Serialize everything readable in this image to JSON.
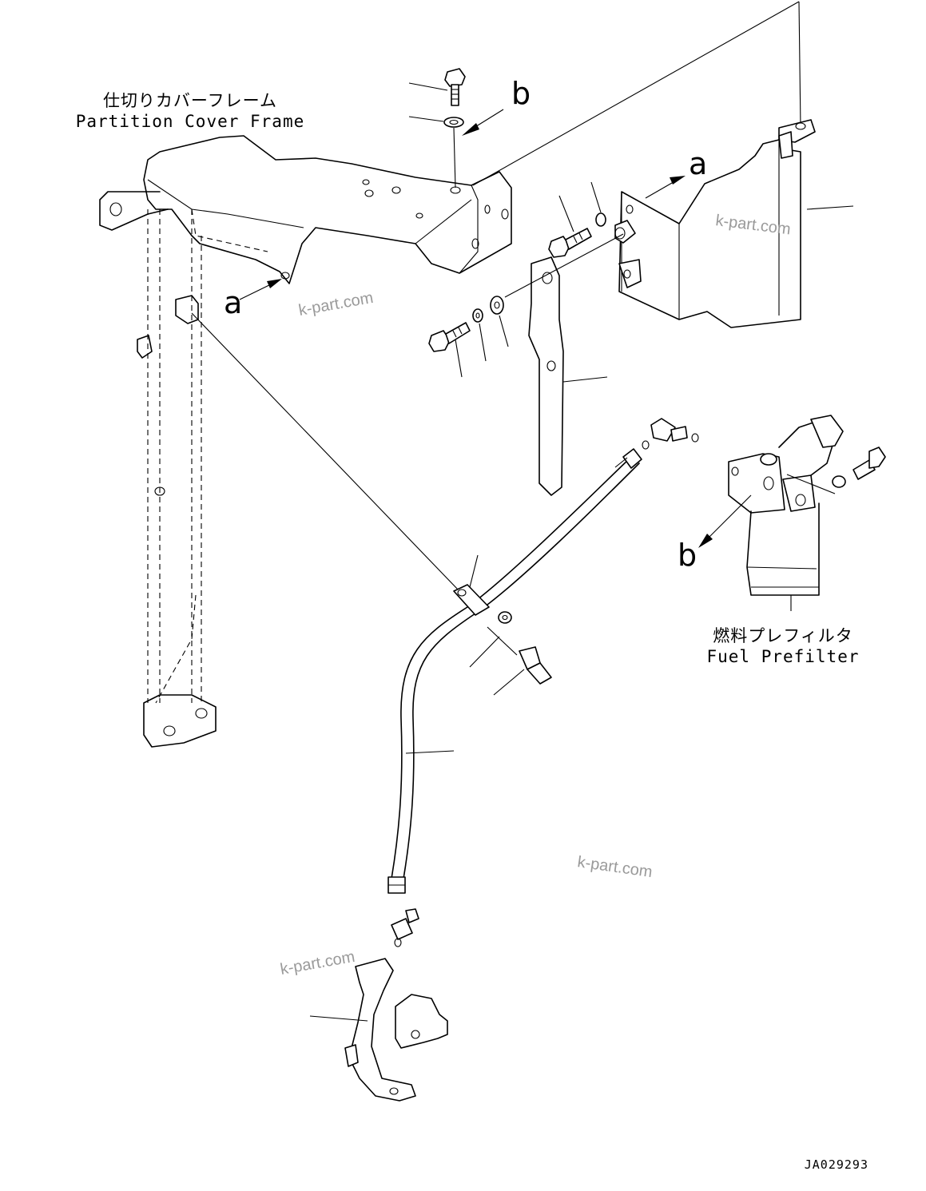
{
  "labels": {
    "partition_cover_frame_jp": "仕切りカバーフレーム",
    "partition_cover_frame_en": "Partition Cover Frame",
    "fuel_prefilter_jp": "燃料プレフィルタ",
    "fuel_prefilter_en": "Fuel Prefilter"
  },
  "reference_letters": {
    "a": "a",
    "b": "b"
  },
  "watermark": "k-part.com",
  "drawing_code": "JA029293"
}
